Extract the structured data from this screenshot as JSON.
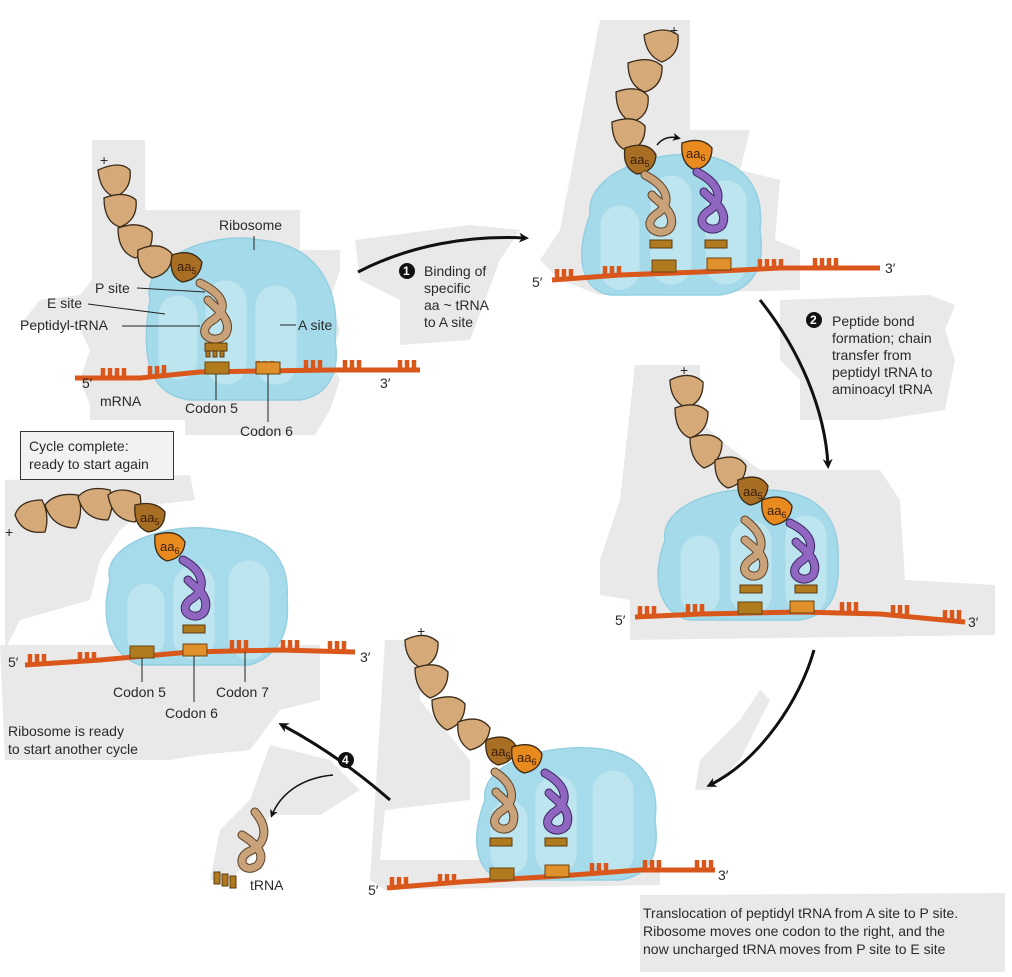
{
  "title": "Elongation cycle of translation",
  "colors": {
    "ribosome": "#9fd9ea",
    "mrna": "#d9571b",
    "peptide_bead": "#d6aa78",
    "aa5": "#a86e24",
    "aa6": "#e88a1e",
    "trna_peptidyl": "#c9a27a",
    "trna_aminoacyl": "#8f66c0",
    "arrow": "#111111"
  },
  "panel1": {
    "labels": {
      "ribosome": "Ribosome",
      "p_site": "P site",
      "e_site": "E site",
      "peptidyl_trna": "Peptidyl-tRNA",
      "a_site": "A site",
      "five_prime": "5′",
      "three_prime": "3′",
      "mrna": "mRNA",
      "codon5": "Codon 5",
      "codon6": "Codon 6",
      "aa5": "aa",
      "aa5_sub": "5",
      "n_terminus": "+"
    }
  },
  "step1": {
    "number": "1",
    "lines": [
      "Binding of",
      "specific",
      "aa ~ tRNA",
      "to A site"
    ]
  },
  "panel2": {
    "labels": {
      "aa5": "aa",
      "aa5_sub": "5",
      "aa6": "aa",
      "aa6_sub": "6",
      "five_prime": "5′",
      "three_prime": "3′",
      "n_terminus": "+"
    }
  },
  "step2": {
    "number": "2",
    "lines": [
      "Peptide bond",
      "formation; chain",
      "transfer from",
      "peptidyl tRNA to",
      "aminoacyl tRNA"
    ]
  },
  "panel3": {
    "labels": {
      "aa5": "aa",
      "aa5_sub": "5",
      "aa6": "aa",
      "aa6_sub": "6",
      "five_prime": "5′",
      "three_prime": "3′",
      "n_terminus": "+"
    }
  },
  "step3": {
    "lines": [
      "Translocation of peptidyl tRNA from A site to P site.",
      "Ribosome moves one codon to the right, and the",
      "now uncharged tRNA moves from P site to E site"
    ]
  },
  "panel4": {
    "labels": {
      "aa5": "aa",
      "aa5_sub": "5",
      "aa6": "aa",
      "aa6_sub": "6",
      "five_prime": "5′",
      "three_prime": "3′",
      "n_terminus": "+"
    }
  },
  "step4": {
    "number": "4",
    "released": "tRNA"
  },
  "panel5": {
    "cycle_complete": [
      "Cycle complete:",
      "ready to start again"
    ],
    "labels": {
      "aa5": "aa",
      "aa5_sub": "5",
      "aa6": "aa",
      "aa6_sub": "6",
      "five_prime": "5′",
      "three_prime": "3′",
      "n_terminus": "+",
      "codon5": "Codon 5",
      "codon6": "Codon 6",
      "codon7": "Codon 7"
    },
    "ready_note": [
      "Ribosome is ready",
      "to start another cycle"
    ]
  }
}
